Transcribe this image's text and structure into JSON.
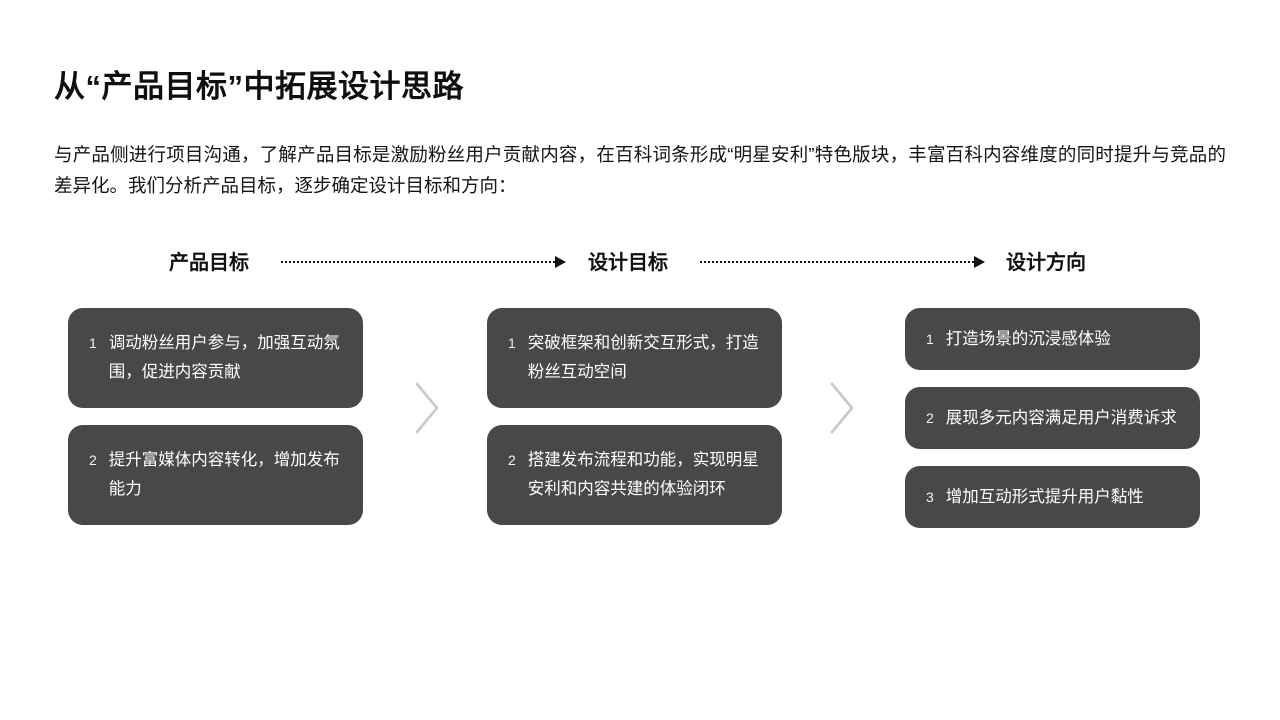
{
  "slide": {
    "title": "从“产品目标”中拓展设计思路",
    "intro": "与产品侧进行项目沟通，了解产品目标是激励粉丝用户贡献内容，在百科词条形成“明星安利”特色版块，丰富百科内容维度的同时提升与竞品的差异化。我们分析产品目标，逐步确定设计目标和方向："
  },
  "flow": {
    "headers": [
      {
        "label": "产品目标"
      },
      {
        "label": "设计目标"
      },
      {
        "label": "设计方向"
      }
    ],
    "connectors": [
      {
        "name": "dotted-arrow-1"
      },
      {
        "name": "dotted-arrow-2"
      }
    ],
    "chevrons": [
      {
        "name": "chevron-1"
      },
      {
        "name": "chevron-2"
      }
    ],
    "columns": [
      {
        "header": "产品目标",
        "cards": [
          {
            "num": "1",
            "text": "调动粉丝用户参与，加强互动氛围，促进内容贡献"
          },
          {
            "num": "2",
            "text": "提升富媒体内容转化，增加发布能力"
          }
        ]
      },
      {
        "header": "设计目标",
        "cards": [
          {
            "num": "1",
            "text": "突破框架和创新交互形式，打造粉丝互动空间"
          },
          {
            "num": "2",
            "text": "搭建发布流程和功能，实现明星安利和内容共建的体验闭环"
          }
        ]
      },
      {
        "header": "设计方向",
        "cards": [
          {
            "num": "1",
            "text": "打造场景的沉浸感体验"
          },
          {
            "num": "2",
            "text": "展现多元内容满足用户消费诉求"
          },
          {
            "num": "3",
            "text": "增加互动形式提升用户黏性"
          }
        ]
      }
    ]
  },
  "colors": {
    "background": "#ffffff",
    "card_fill": "#484848",
    "card_text": "#ffffff",
    "title_text": "#0f0f0f",
    "body_text": "#141414",
    "arrow": "#121212",
    "chevron": "#c9c9c9"
  }
}
